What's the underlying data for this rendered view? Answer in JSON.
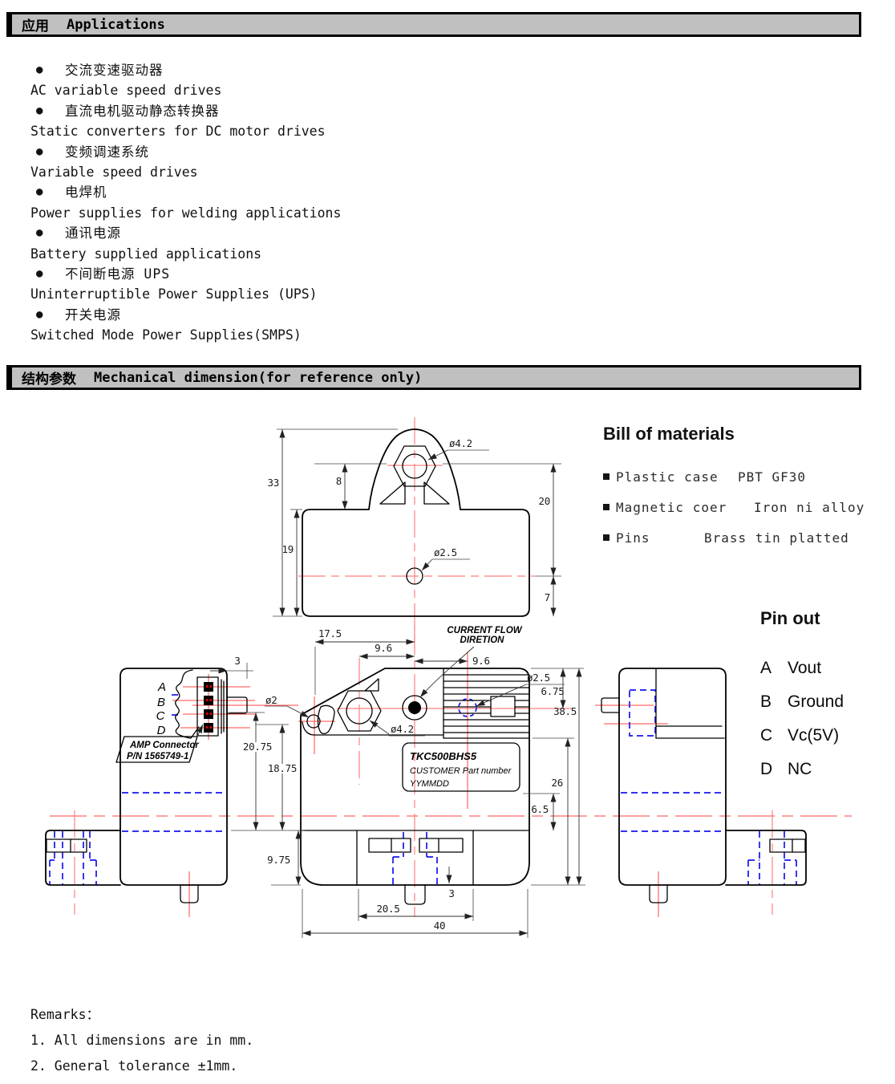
{
  "header_bars": [
    {
      "cn": "应用",
      "en": "Applications"
    },
    {
      "cn": "结构参数",
      "en": "Mechanical dimension(for reference only)"
    }
  ],
  "applications": {
    "bullet": "●",
    "items": [
      {
        "cn": "交流变速驱动器",
        "en": "AC variable speed drives"
      },
      {
        "cn": "直流电机驱动静态转换器",
        "en": "Static converters for DC motor drives"
      },
      {
        "cn": "变频调速系统",
        "en": "Variable speed drives"
      },
      {
        "cn": "电焊机",
        "en": "Power supplies for welding applications"
      },
      {
        "cn": "通讯电源",
        "en": "Battery supplied applications"
      },
      {
        "cn": "不间断电源 UPS",
        "en": "Uninterruptible Power Supplies (UPS)"
      },
      {
        "cn": "开关电源",
        "en": "Switched Mode Power Supplies(SMPS)"
      }
    ]
  },
  "bill_of_materials": {
    "title": "Bill of materials",
    "bullet": "■",
    "items": [
      {
        "name": "Plastic case",
        "value": "PBT GF30"
      },
      {
        "name": "Magnetic coer",
        "value": "Iron ni alloy"
      },
      {
        "name": "Pins",
        "value": "Brass tin platted"
      }
    ]
  },
  "pin_out": {
    "title": "Pin out",
    "pins": [
      {
        "pin": "A",
        "signal": "Vout"
      },
      {
        "pin": "B",
        "signal": "Ground"
      },
      {
        "pin": "C",
        "signal": "Vc(5V)"
      },
      {
        "pin": "D",
        "signal": "NC"
      }
    ]
  },
  "remarks": {
    "title": "Remarks：",
    "items": [
      "1. All dimensions are in mm.",
      "2. General tolerance ±1mm."
    ]
  },
  "drawing": {
    "colors": {
      "outline": "#000000",
      "centerline": "#ff8080",
      "hidden_line": "#1616ee",
      "dimension": "#333333"
    },
    "top_view": {
      "height_total": "33",
      "height_body": "19",
      "hole_offset": "8",
      "height_right": "20",
      "offset_bottom": "7",
      "hole_top": "ø4.2",
      "hole_center": "ø2.5"
    },
    "front_view": {
      "w_offset": "17.5",
      "pitch_left": "9.6",
      "pitch_right": "9.6",
      "flow_line1": "CURRENT FLOW",
      "flow_line2": "DIRETION",
      "hole_hidden": "ø2.5",
      "h_6_75": "6.75",
      "h_38_5": "38.5",
      "hole_small": "ø2",
      "hole_main": "ø4.2",
      "h_20_75": "20.75",
      "h_18_75": "18.75",
      "h_26": "26",
      "h_6_5": "6.5",
      "h_9_75": "9.75",
      "tab_w": "3",
      "base_w": "20.5",
      "total_w": "40",
      "label_line1": "TKC500BHS5",
      "label_line2": "CUSTOMER Part number",
      "label_line3": "YYMMDD"
    },
    "left_view": {
      "pin_len": "3",
      "pin_a": "A",
      "pin_b": "B",
      "pin_c": "C",
      "pin_d": "D",
      "callout_line1": "AMP Connector",
      "callout_line2": "P/N 1565749-1"
    }
  }
}
